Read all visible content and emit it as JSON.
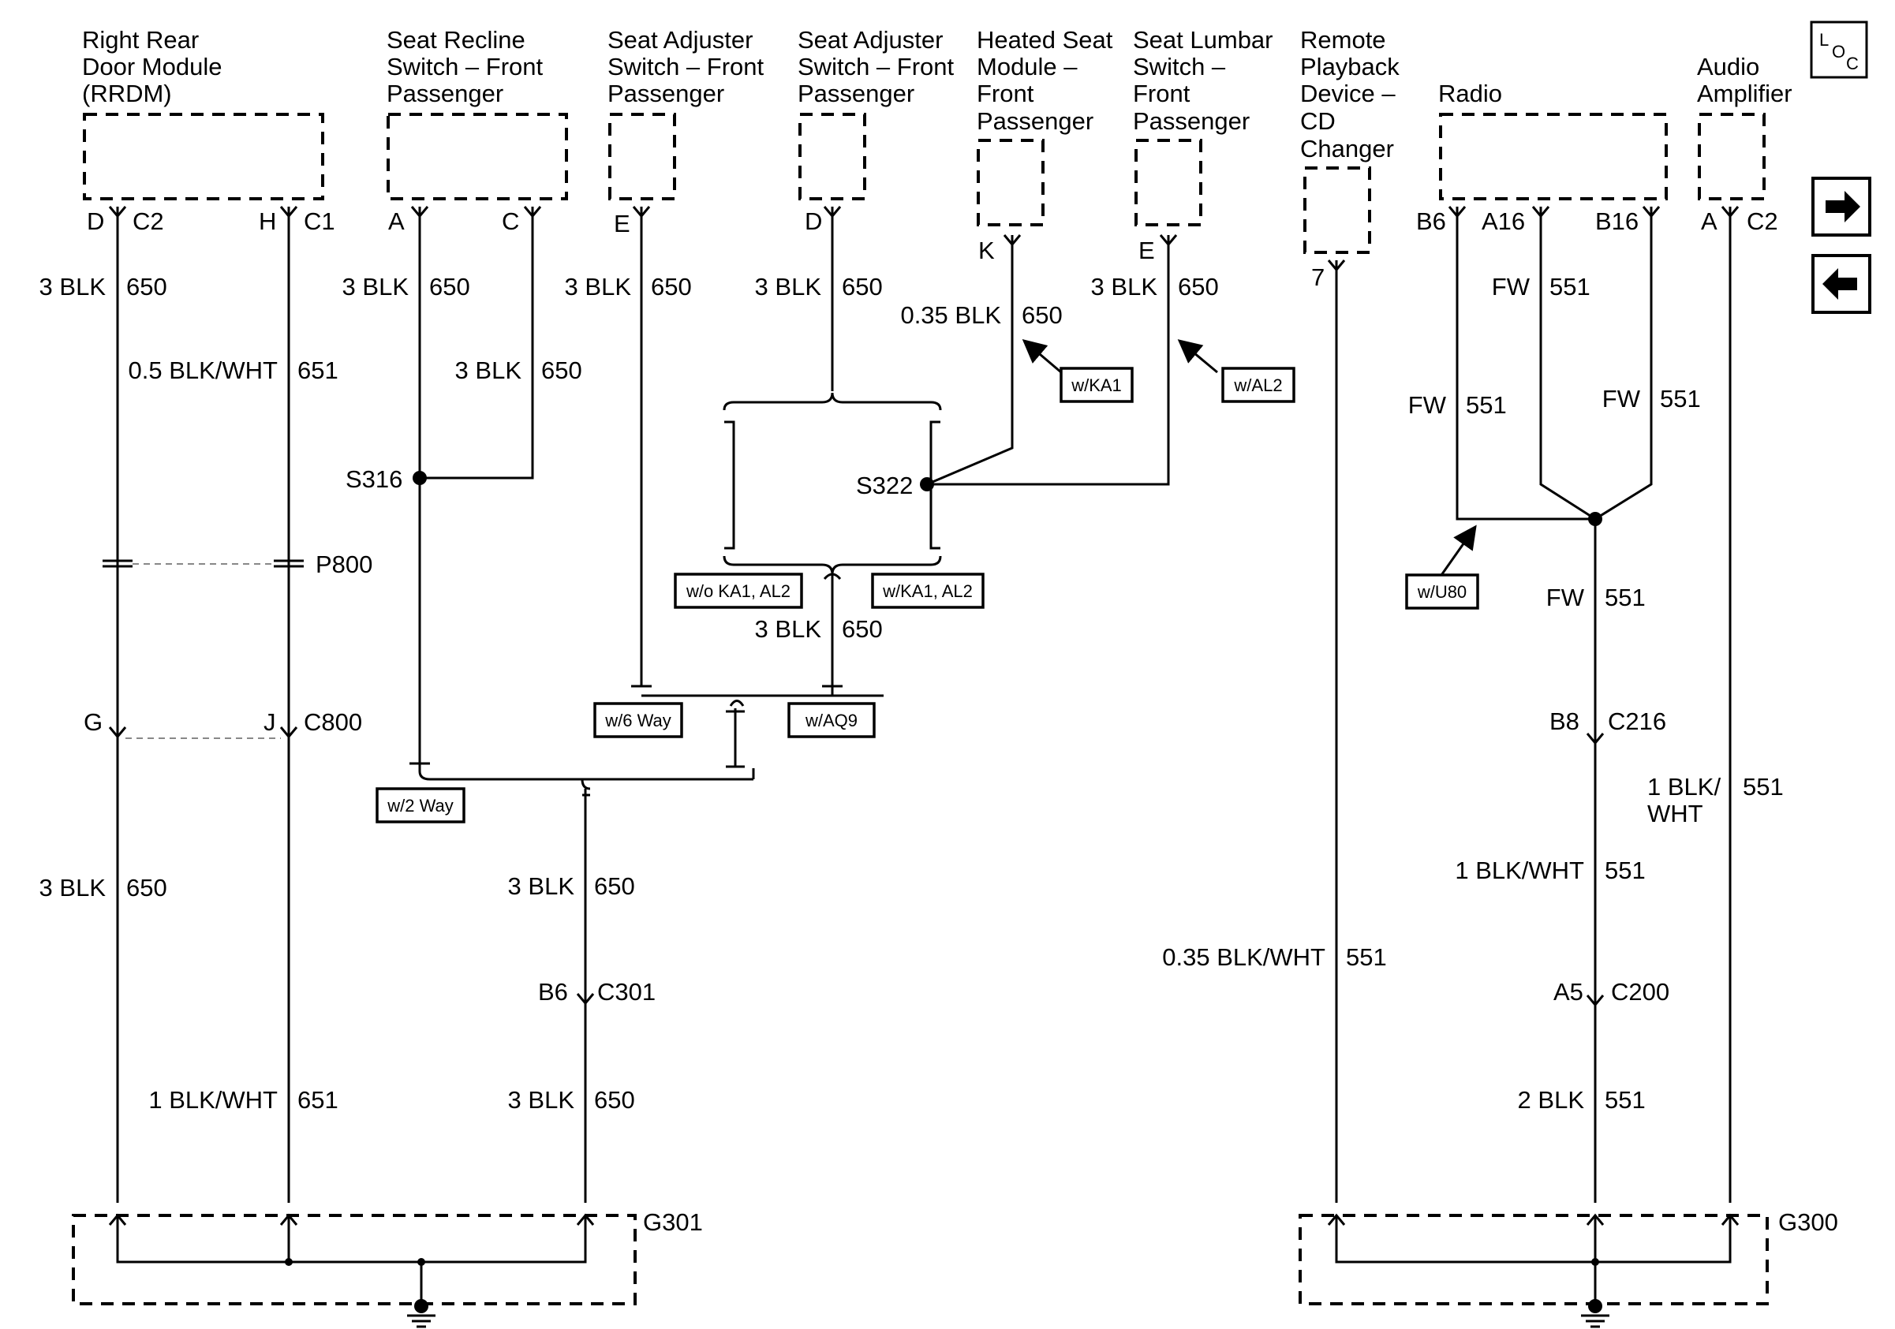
{
  "components": [
    {
      "id": "rrdm",
      "lines": [
        "Right Rear",
        "Door Module",
        "(RRDM)"
      ]
    },
    {
      "id": "recline",
      "lines": [
        "Seat Recline",
        "Switch – Front",
        "Passenger"
      ]
    },
    {
      "id": "adjuster-e",
      "lines": [
        "Seat Adjuster",
        "Switch – Front",
        "Passenger"
      ]
    },
    {
      "id": "adjuster-d",
      "lines": [
        "Seat Adjuster",
        "Switch – Front",
        "Passenger"
      ]
    },
    {
      "id": "heated",
      "lines": [
        "Heated Seat",
        "Module –",
        "Front",
        "Passenger"
      ]
    },
    {
      "id": "lumbar",
      "lines": [
        "Seat Lumbar",
        "Switch –",
        "Front",
        "Passenger"
      ]
    },
    {
      "id": "cd",
      "lines": [
        "Remote",
        "Playback",
        "Device –",
        "CD",
        "Changer"
      ]
    },
    {
      "id": "radio",
      "lines": [
        "Radio"
      ]
    },
    {
      "id": "amp",
      "lines": [
        "Audio",
        "Amplifier"
      ]
    }
  ],
  "pins": {
    "rrdm_d": "D",
    "rrdm_c2": "C2",
    "rrdm_h": "H",
    "rrdm_c1": "C1",
    "recline_a": "A",
    "recline_c": "C",
    "adj_e": "E",
    "adj_d": "D",
    "heated_k": "K",
    "lumbar_e": "E",
    "cd_7": "7",
    "radio_b6": "B6",
    "radio_a16": "A16",
    "radio_b16": "B16",
    "amp_a": "A",
    "amp_c2": "C2"
  },
  "wires": {
    "w1": {
      "gauge": "3 BLK",
      "circuit": "650"
    },
    "w2": {
      "gauge": "0.5 BLK/WHT",
      "circuit": "651"
    },
    "w3": {
      "gauge": "3 BLK",
      "circuit": "650"
    },
    "w4": {
      "gauge": "3 BLK",
      "circuit": "650"
    },
    "w5": {
      "gauge": "3 BLK",
      "circuit": "650"
    },
    "w6": {
      "gauge": "3 BLK",
      "circuit": "650"
    },
    "w7": {
      "gauge": "0.35 BLK",
      "circuit": "650"
    },
    "w8": {
      "gauge": "3 BLK",
      "circuit": "650"
    },
    "w9": {
      "gauge": "FW",
      "circuit": "551"
    },
    "w10": {
      "gauge": "FW",
      "circuit": "551"
    },
    "w11": {
      "gauge": "FW",
      "circuit": "551"
    },
    "w12": {
      "gauge": "3 BLK",
      "circuit": "650"
    },
    "w13": {
      "gauge": "FW",
      "circuit": "551"
    },
    "w14": {
      "gauge": "1 BLK/",
      "gauge2": "WHT",
      "circuit": "551"
    },
    "w15": {
      "gauge": "3 BLK",
      "circuit": "650"
    },
    "w16": {
      "gauge": "3 BLK",
      "circuit": "650"
    },
    "w17": {
      "gauge": "1 BLK/WHT",
      "circuit": "551"
    },
    "w18": {
      "gauge": "0.35 BLK/WHT",
      "circuit": "551"
    },
    "w19": {
      "gauge": "1 BLK/WHT",
      "circuit": "651"
    },
    "w20": {
      "gauge": "3 BLK",
      "circuit": "650"
    },
    "w21": {
      "gauge": "2 BLK",
      "circuit": "551"
    }
  },
  "splices": {
    "s316": "S316",
    "s322": "S322",
    "u80_node": ""
  },
  "connectors": {
    "p800": "P800",
    "c800_g": "G",
    "c800_j": "J",
    "c800": "C800",
    "c216_b8": "B8",
    "c216": "C216",
    "c301_b6": "B6",
    "c301": "C301",
    "c200_a5": "A5",
    "c200": "C200"
  },
  "grounds": {
    "g301": "G301",
    "g300": "G300"
  },
  "options": {
    "wka1": "w/KA1",
    "wal2": "w/AL2",
    "wo_ka1_al2": "w/o KA1, AL2",
    "w_ka1_al2": "w/KA1, AL2",
    "w6way": "w/6 Way",
    "waq9": "w/AQ9",
    "w2way": "w/2 Way",
    "wu80": "w/U80"
  },
  "loc_badge": {
    "l": "L",
    "o": "O",
    "c": "C"
  },
  "nav": {
    "next": "next-page-arrow",
    "prev": "previous-page-arrow"
  }
}
